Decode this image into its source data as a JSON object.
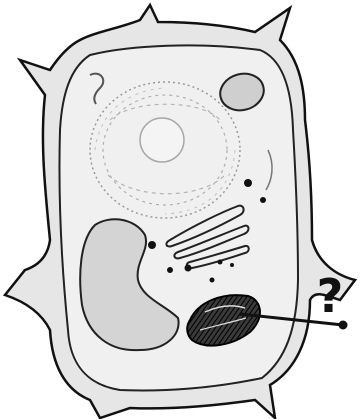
{
  "figure": {
    "question_label": "?",
    "colors": {
      "outline": "#111111",
      "cell_fill": "#d9d9d9",
      "cytoplasm_fill": "#eeeeee",
      "vacuole_fill": "#cfcfcf",
      "organelle_dark": "#1a1a1a",
      "background": "#ffffff"
    },
    "icons": [
      "cell-wall",
      "cell-membrane",
      "nucleus",
      "nucleolus",
      "vacuole",
      "golgi-apparatus",
      "vesicles",
      "chloroplast",
      "mitochondrion",
      "pointer-line"
    ]
  }
}
